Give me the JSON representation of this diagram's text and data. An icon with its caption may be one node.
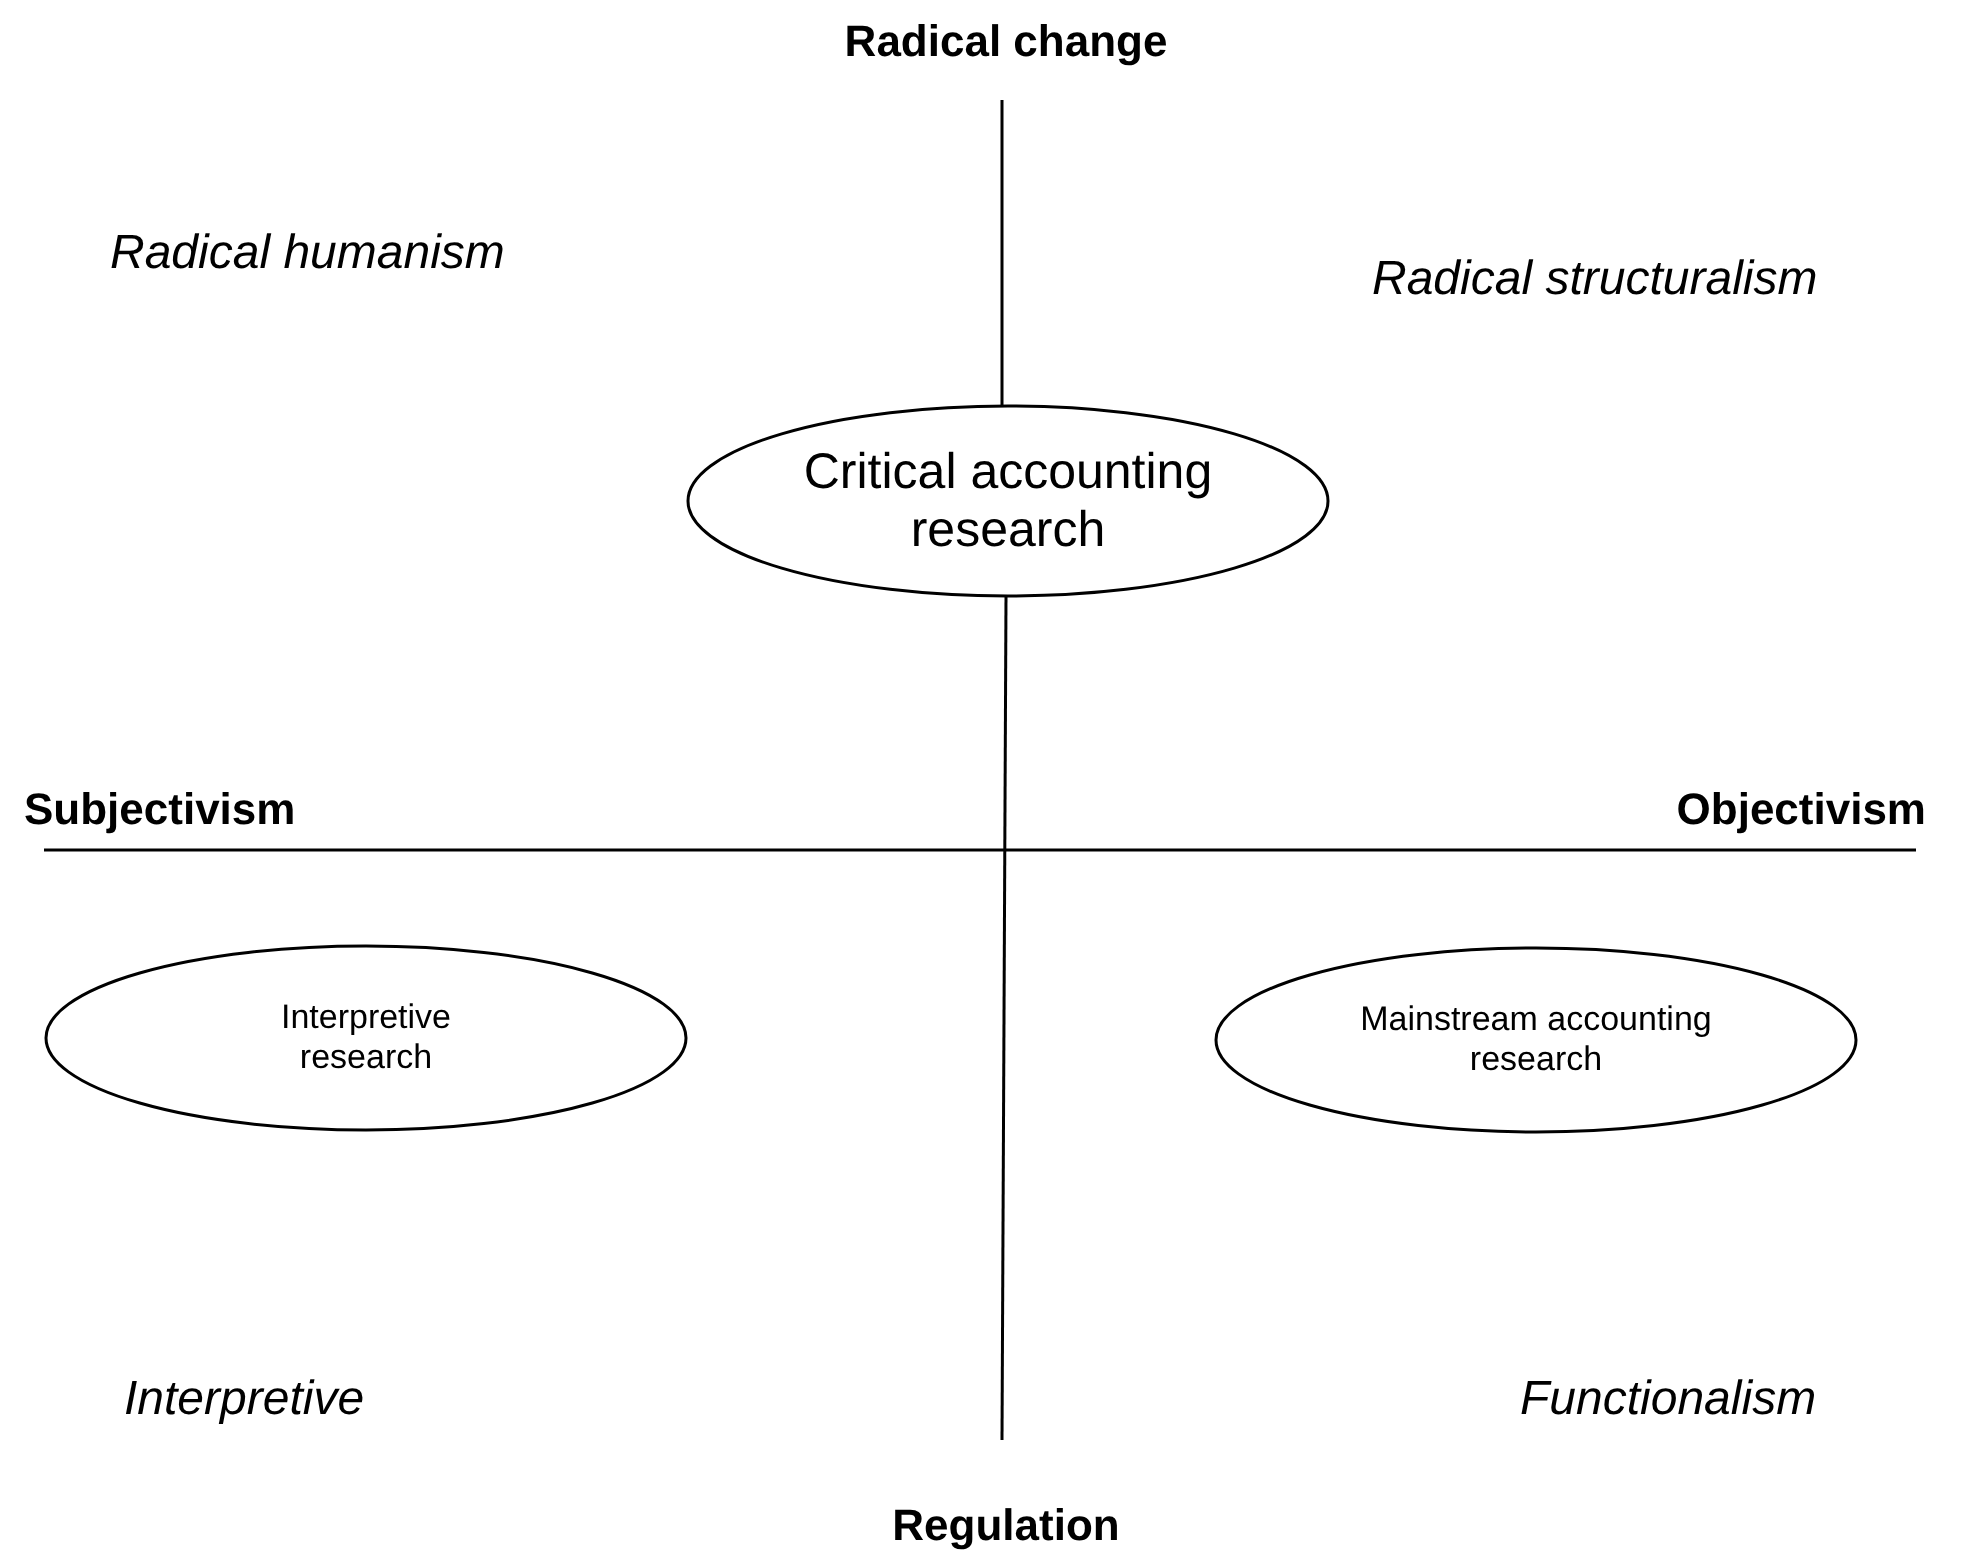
{
  "diagram": {
    "nodes": [
      {
        "text": [
          "Critical accounting research"
        ]
      },
      {
        "text": [
          "Interpretive research"
        ]
      },
      {
        "text": [
          "Mainstream accounting research"
        ]
      }
    ],
    "labels": [
      "Radical change",
      "Radical humanism",
      "Radical structuralism",
      "Subjectivism",
      "Objectivism",
      "Interpretive",
      "Functionalism",
      "Regulation"
    ]
  }
}
